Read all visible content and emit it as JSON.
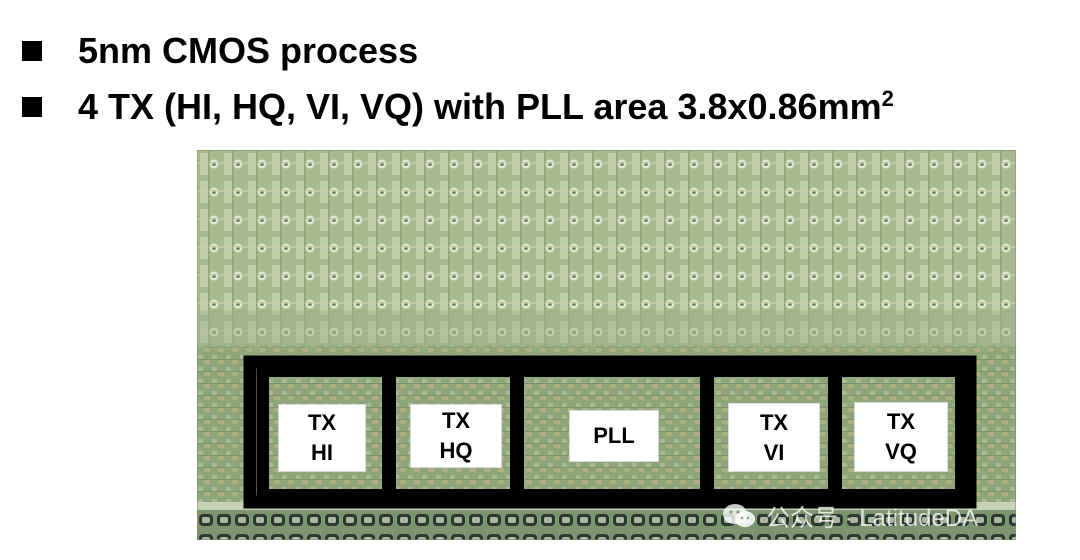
{
  "bullets": [
    {
      "text": "5nm CMOS process",
      "sup": ""
    },
    {
      "text": "4 TX (HI, HQ, VI, VQ) with PLL area 3.8x0.86mm",
      "sup": "2"
    }
  ],
  "die_photo": {
    "blocks": [
      {
        "label": "TX\nHI"
      },
      {
        "label": "TX\nHQ"
      },
      {
        "label": "PLL"
      },
      {
        "label": "TX\nVI"
      },
      {
        "label": "TX\nVQ"
      }
    ]
  },
  "watermark": {
    "icon": "wechat-icon",
    "text": "公众号 · LatitudeDA"
  },
  "colors": {
    "text": "#000000",
    "die_green": "#93ae84",
    "outline": "#000000",
    "label_bg": "#ffffff"
  }
}
